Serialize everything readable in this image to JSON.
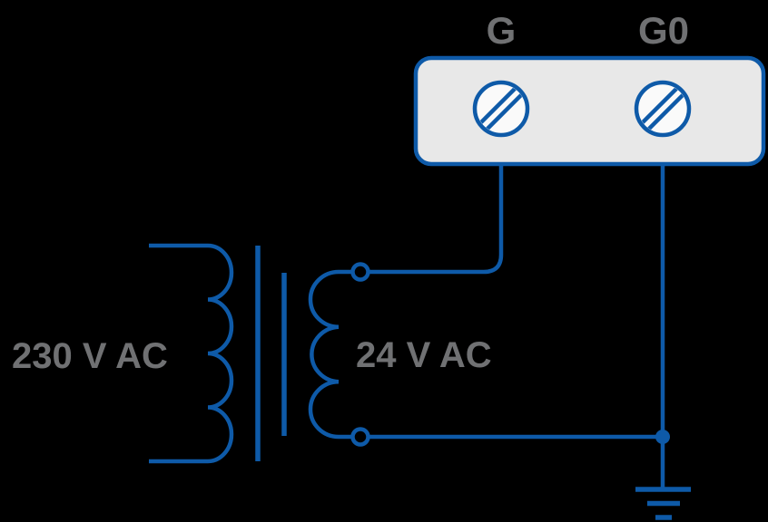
{
  "colors": {
    "background": "#000000",
    "wire_blue": "#0e5aa8",
    "label_gray": "#707173",
    "terminal_block_fill": "#e8e8e8",
    "screw_fill": "#fafafa"
  },
  "terminal_block": {
    "terminals": [
      {
        "label": "G"
      },
      {
        "label": "G0"
      }
    ]
  },
  "transformer": {
    "primary_label": "230 V AC",
    "secondary_label": "24 V AC"
  },
  "symbols": {
    "screw_terminal": "circle-with-double-slash",
    "winding_terminal": "open-circle",
    "junction": "filled-dot",
    "ground": "earth-ground-three-bars"
  }
}
